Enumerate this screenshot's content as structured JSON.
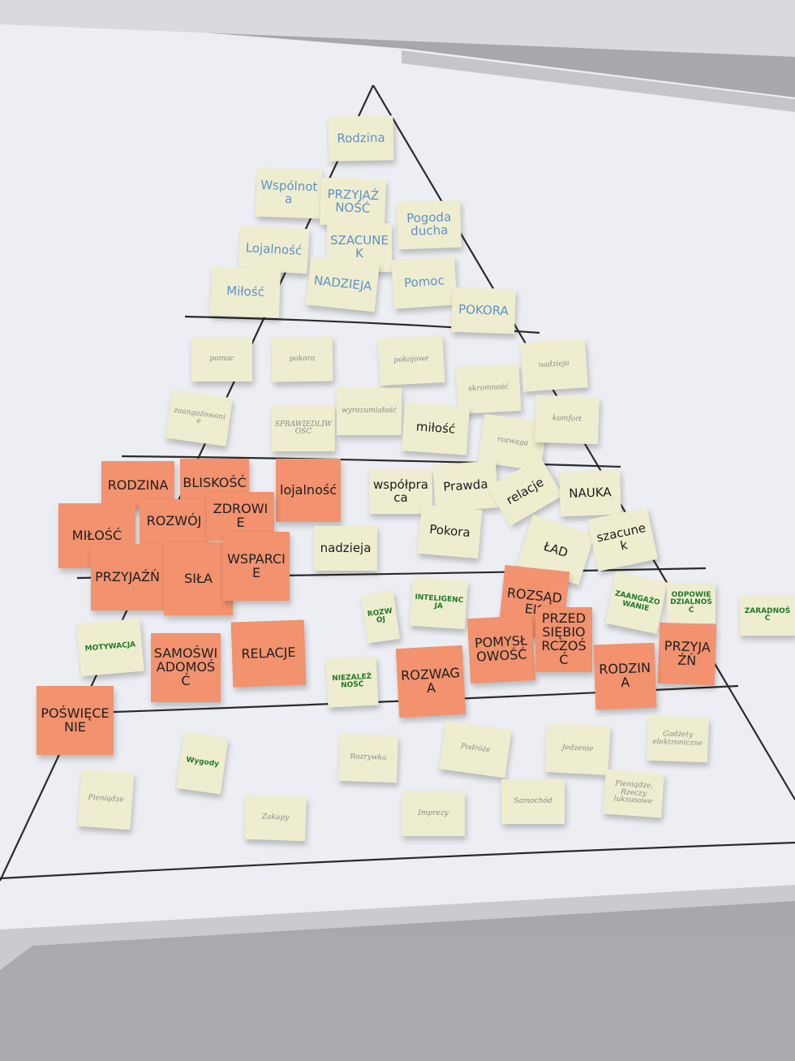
{
  "colors": {
    "yellow_note": "#efedcf",
    "orange_note": "#f2926f",
    "board": "#eceef3",
    "wall": "#a7a8ad",
    "blue_ink": "#5d92c8",
    "green_ink": "#1f7a2a"
  },
  "notes": [
    {
      "text": "Rodzina"
    },
    {
      "text": "Wspólnota"
    },
    {
      "text": "PRZYJAŹNOŚĆ"
    },
    {
      "text": "Pogoda ducha"
    },
    {
      "text": "Lojalność"
    },
    {
      "text": "SZACUNEK"
    },
    {
      "text": "Miłość"
    },
    {
      "text": "NADZIEJA"
    },
    {
      "text": "Pomoc"
    },
    {
      "text": "POKORA"
    },
    {
      "text": "pomoc"
    },
    {
      "text": "pokora"
    },
    {
      "text": "pokojowe"
    },
    {
      "text": "skromność"
    },
    {
      "text": "nadzieja"
    },
    {
      "text": "zaangażowanie"
    },
    {
      "text": "SPRAWIEDLIWOŚĆ"
    },
    {
      "text": "wyrozumiałość"
    },
    {
      "text": "miłość"
    },
    {
      "text": "rozwaga"
    },
    {
      "text": "komfort"
    },
    {
      "text": "RODZINA"
    },
    {
      "text": "BLISKOŚĆ"
    },
    {
      "text": "lojalność"
    },
    {
      "text": "MIŁOŚĆ"
    },
    {
      "text": "ROZWÓJ"
    },
    {
      "text": "ZDROWIE"
    },
    {
      "text": "PRZYJAŹŃ"
    },
    {
      "text": "SIŁA"
    },
    {
      "text": "WSPARCIE"
    },
    {
      "text": "współpraca"
    },
    {
      "text": "Prawda"
    },
    {
      "text": "relacje"
    },
    {
      "text": "NAUKA"
    },
    {
      "text": "Pokora"
    },
    {
      "text": "nadzieja"
    },
    {
      "text": "ŁAD"
    },
    {
      "text": "szacunek"
    },
    {
      "text": "MOTYWACJA"
    },
    {
      "text": "SAMOŚWIADOMOŚĆ"
    },
    {
      "text": "RELACJE"
    },
    {
      "text": "ROZWÓJ"
    },
    {
      "text": "INTELIGENCJA"
    },
    {
      "text": "ROZSĄDEK"
    },
    {
      "text": "POMYSŁOWOŚĆ"
    },
    {
      "text": "PRZEDSIĘBIORCZOŚĆ"
    },
    {
      "text": "ZAANGAŻOWANIE"
    },
    {
      "text": "ODPOWIEDZIALNOŚĆ"
    },
    {
      "text": "ZARADNOŚĆ"
    },
    {
      "text": "PRZYJAŹŃ"
    },
    {
      "text": "RODZINA"
    },
    {
      "text": "NIEZALEŻNOŚĆ"
    },
    {
      "text": "ROZWAGA"
    },
    {
      "text": "POŚWIĘCENIE"
    },
    {
      "text": "Wygody"
    },
    {
      "text": "Pieniądze"
    },
    {
      "text": "Zakupy"
    },
    {
      "text": "Rozrywka"
    },
    {
      "text": "Podróże"
    },
    {
      "text": "Imprezy"
    },
    {
      "text": "Jedzenie"
    },
    {
      "text": "Samochód"
    },
    {
      "text": "Pieniądze, Rzeczy luksusowe"
    },
    {
      "text": "Gadżety elektroniczne"
    }
  ]
}
